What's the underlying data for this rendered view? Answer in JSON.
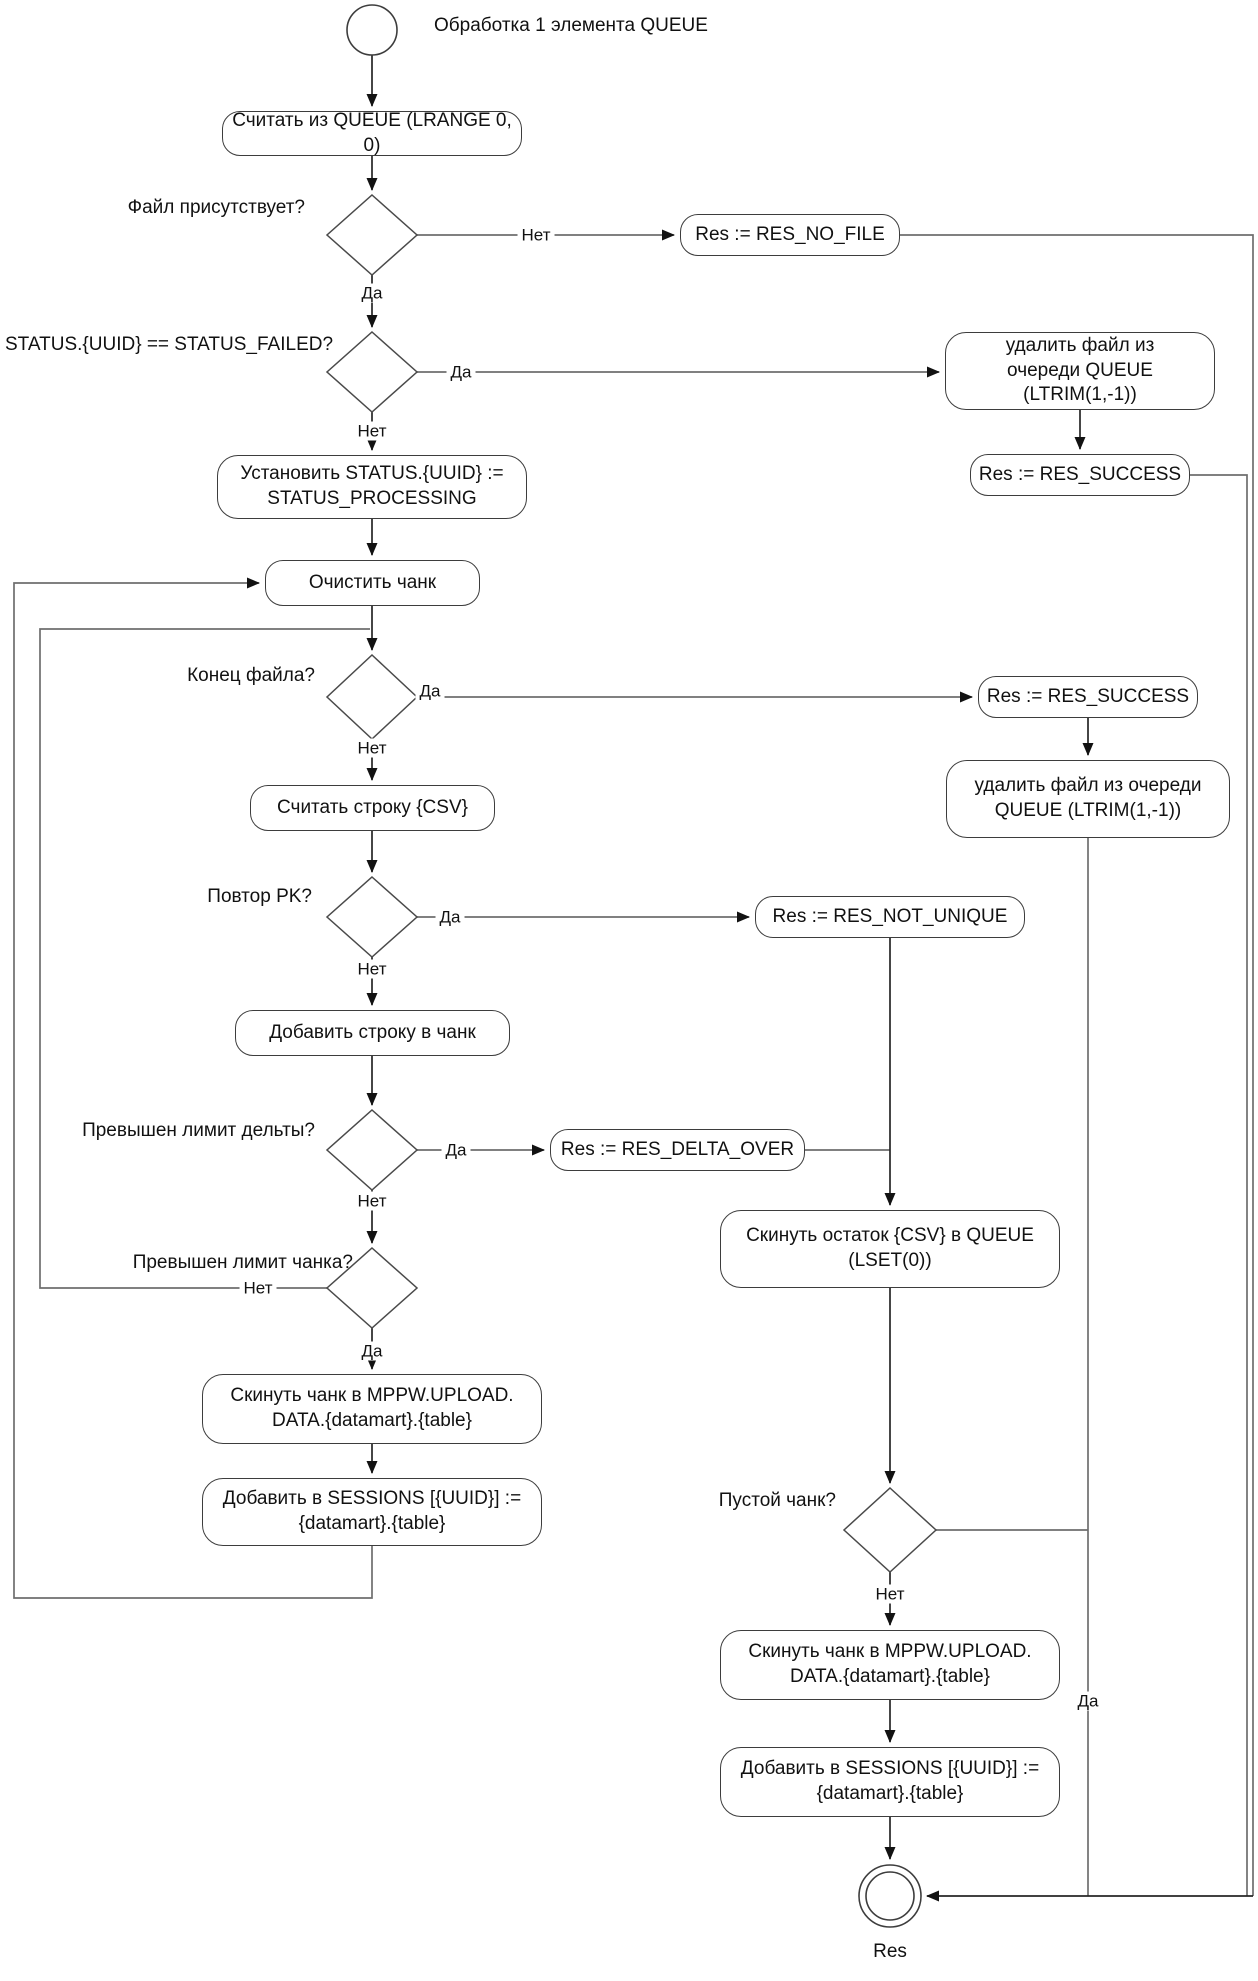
{
  "diagram": {
    "title": "Обработка 1 элемента QUEUE",
    "end_label": "Res",
    "labels": {
      "yes": "Да",
      "no": "Нет"
    },
    "processes": {
      "read_queue": "Считать из QUEUE (LRANGE 0, 0)",
      "res_no_file": "Res := RES_NO_FILE",
      "remove_file_top": "удалить файл из\nочереди QUEUE\n(LTRIM(1,-1))",
      "res_success_top": "Res := RES_SUCCESS",
      "set_status": "Установить STATUS.{UUID} :=\nSTATUS_PROCESSING",
      "clear_chunk": "Очистить чанк",
      "res_success_mid": "Res := RES_SUCCESS",
      "remove_file_mid": "удалить файл из очереди\nQUEUE (LTRIM(1,-1))",
      "read_line": "Считать строку {CSV}",
      "res_not_unique": "Res := RES_NOT_UNIQUE",
      "add_line_to_chunk": "Добавить строку в чанк",
      "res_delta_over": "Res := RES_DELTA_OVER",
      "flush_rest_csv": "Скинуть остаток {CSV} в QUEUE\n(LSET(0))",
      "flush_chunk_left": "Скинуть чанк в MPPW.UPLOAD.\nDATA.{datamart}.{table}",
      "add_sessions_left": "Добавить в SESSIONS [{UUID}] :=\n{datamart}.{table}",
      "flush_chunk_right": "Скинуть чанк в MPPW.UPLOAD.\nDATA.{datamart}.{table}",
      "add_sessions_right": "Добавить в SESSIONS [{UUID}] :=\n{datamart}.{table}"
    },
    "decisions": {
      "file_present": "Файл присутствует?",
      "status_failed": "STATUS.{UUID} == STATUS_FAILED?",
      "end_of_file": "Конец файла?",
      "pk_repeat": "Повтор PK?",
      "delta_limit": "Превышен лимит дельты?",
      "chunk_limit": "Превышен лимит чанка?",
      "empty_chunk": "Пустой чанк?"
    }
  }
}
